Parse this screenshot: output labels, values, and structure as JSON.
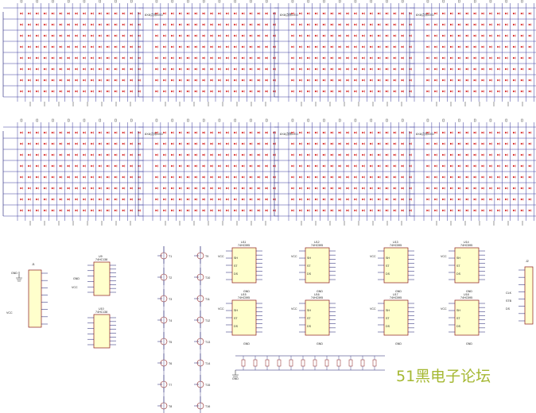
{
  "matrix_panels": [
    {
      "id": "panel-1-1",
      "part": "8X8点阵LED"
    },
    {
      "id": "panel-1-2",
      "part": "8X8点阵LED"
    },
    {
      "id": "panel-1-3",
      "part": "8X8点阵LED"
    },
    {
      "id": "panel-1-4",
      "part": "8X8点阵LED"
    },
    {
      "id": "panel-2-1",
      "part": "8X8点阵LED"
    },
    {
      "id": "panel-2-2",
      "part": "8X8点阵LED"
    },
    {
      "id": "panel-2-3",
      "part": "8X8点阵LED"
    },
    {
      "id": "panel-2-4",
      "part": "8X8点阵LED"
    }
  ],
  "transistors_left": [
    "T1",
    "T2",
    "T3",
    "T4",
    "T5",
    "T6",
    "T7",
    "T8"
  ],
  "transistors_right": [
    "T9",
    "T10",
    "T11",
    "T12",
    "T13",
    "T14",
    "T15",
    "T16"
  ],
  "shift_registers": [
    {
      "ref": "U11",
      "part": "74HC595"
    },
    {
      "ref": "U12",
      "part": "74HC595"
    },
    {
      "ref": "U13",
      "part": "74HC595"
    },
    {
      "ref": "U14",
      "part": "74HC595"
    },
    {
      "ref": "U15",
      "part": "74HC595"
    },
    {
      "ref": "U16",
      "part": "74HC595"
    },
    {
      "ref": "U17",
      "part": "74HC595"
    },
    {
      "ref": "U18",
      "part": "74HC595"
    }
  ],
  "decoders": [
    {
      "ref": "U9",
      "part": "74HC138"
    },
    {
      "ref": "U10",
      "part": "74HC138"
    }
  ],
  "pins": {
    "vcc": "VCC",
    "gnd": "GND",
    "sh": "SH",
    "st": "ST",
    "ds": "DS",
    "clk": "CLK",
    "stb": "STB"
  },
  "connector_left": "J1",
  "connector_right": "J2",
  "watermark": "51黑电子论坛",
  "colors": {
    "wire": "#1a1a6e",
    "led": "#d41d1d",
    "grid": "#3b3b9e",
    "watermark": "#a5b832"
  }
}
